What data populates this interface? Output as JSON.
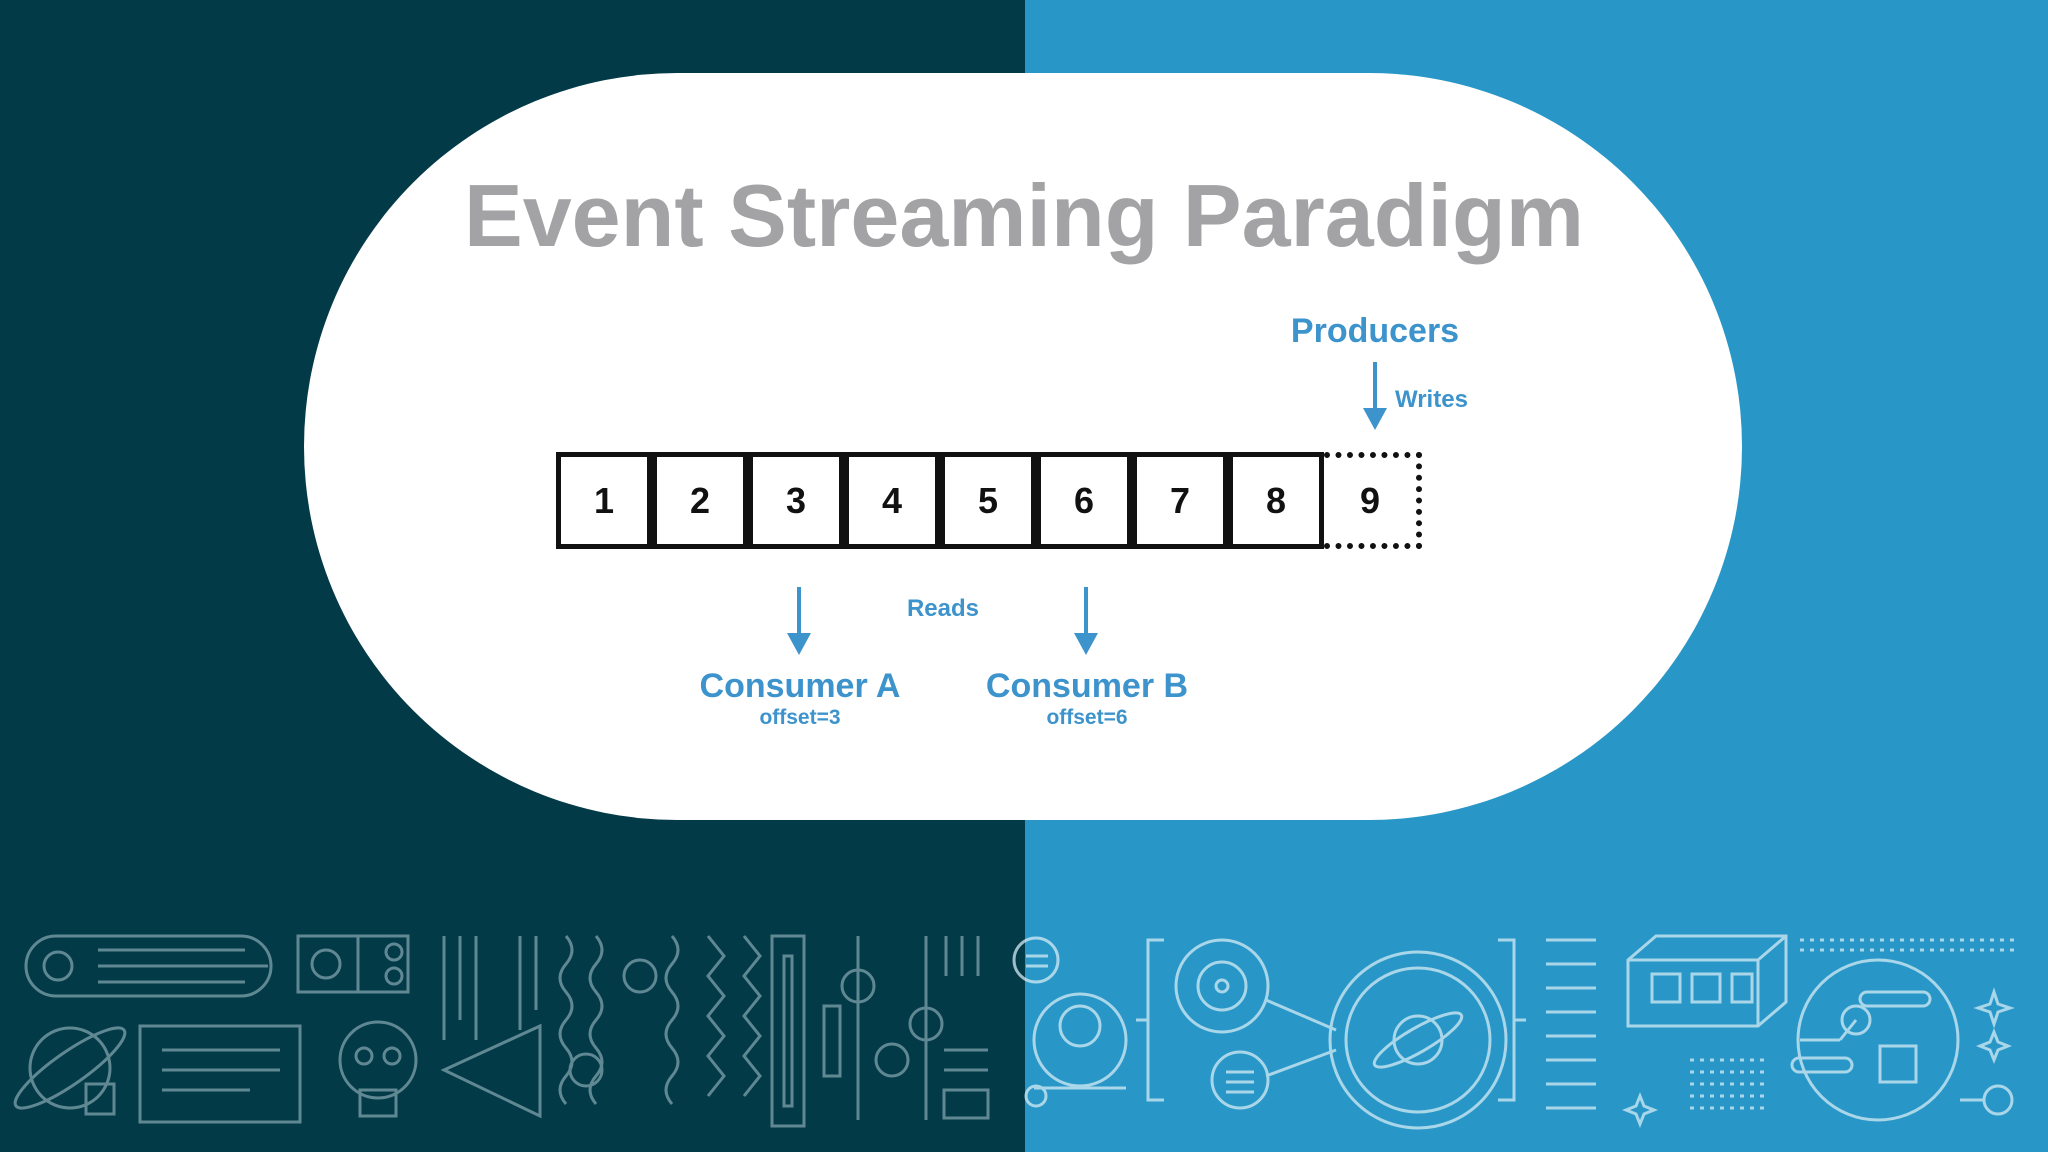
{
  "title": "Event Streaming Paradigm",
  "colors": {
    "left_background": "#033a48",
    "right_background": "#2897c7",
    "card": "#ffffff",
    "title": "#a3a3a6",
    "accent": "#3d93cc",
    "cell_border": "#111111"
  },
  "log": {
    "cells": [
      "1",
      "2",
      "3",
      "4",
      "5",
      "6",
      "7",
      "8"
    ],
    "pending_cell": "9"
  },
  "producers": {
    "label": "Producers",
    "action": "Writes"
  },
  "reads_label": "Reads",
  "consumers": [
    {
      "name": "Consumer A",
      "offset": "offset=3"
    },
    {
      "name": "Consumer B",
      "offset": "offset=6"
    }
  ],
  "decorations": {
    "icons": [
      "orbit-icon",
      "sun-icon",
      "skull-icon",
      "planet-icon",
      "astronaut-icon",
      "crystal-box-icon"
    ]
  }
}
